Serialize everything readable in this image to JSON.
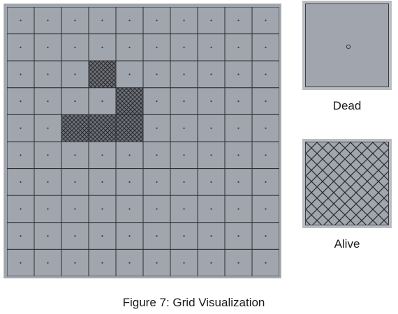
{
  "diagram": {
    "rows": 10,
    "cols": 10,
    "alive_cells": [
      [
        2,
        3
      ],
      [
        3,
        4
      ],
      [
        4,
        2
      ],
      [
        4,
        3
      ],
      [
        4,
        4
      ]
    ],
    "colors": {
      "cell_fill": "#a1a5ad",
      "grid_line": "#2c2e33",
      "hatch": "#2a2b2f",
      "frame": "#b9bcc2"
    },
    "cell_states": [
      "dead",
      "alive"
    ]
  },
  "legend": {
    "dead_label": "Dead",
    "alive_label": "Alive"
  },
  "caption": "Figure 7: Grid Visualization"
}
